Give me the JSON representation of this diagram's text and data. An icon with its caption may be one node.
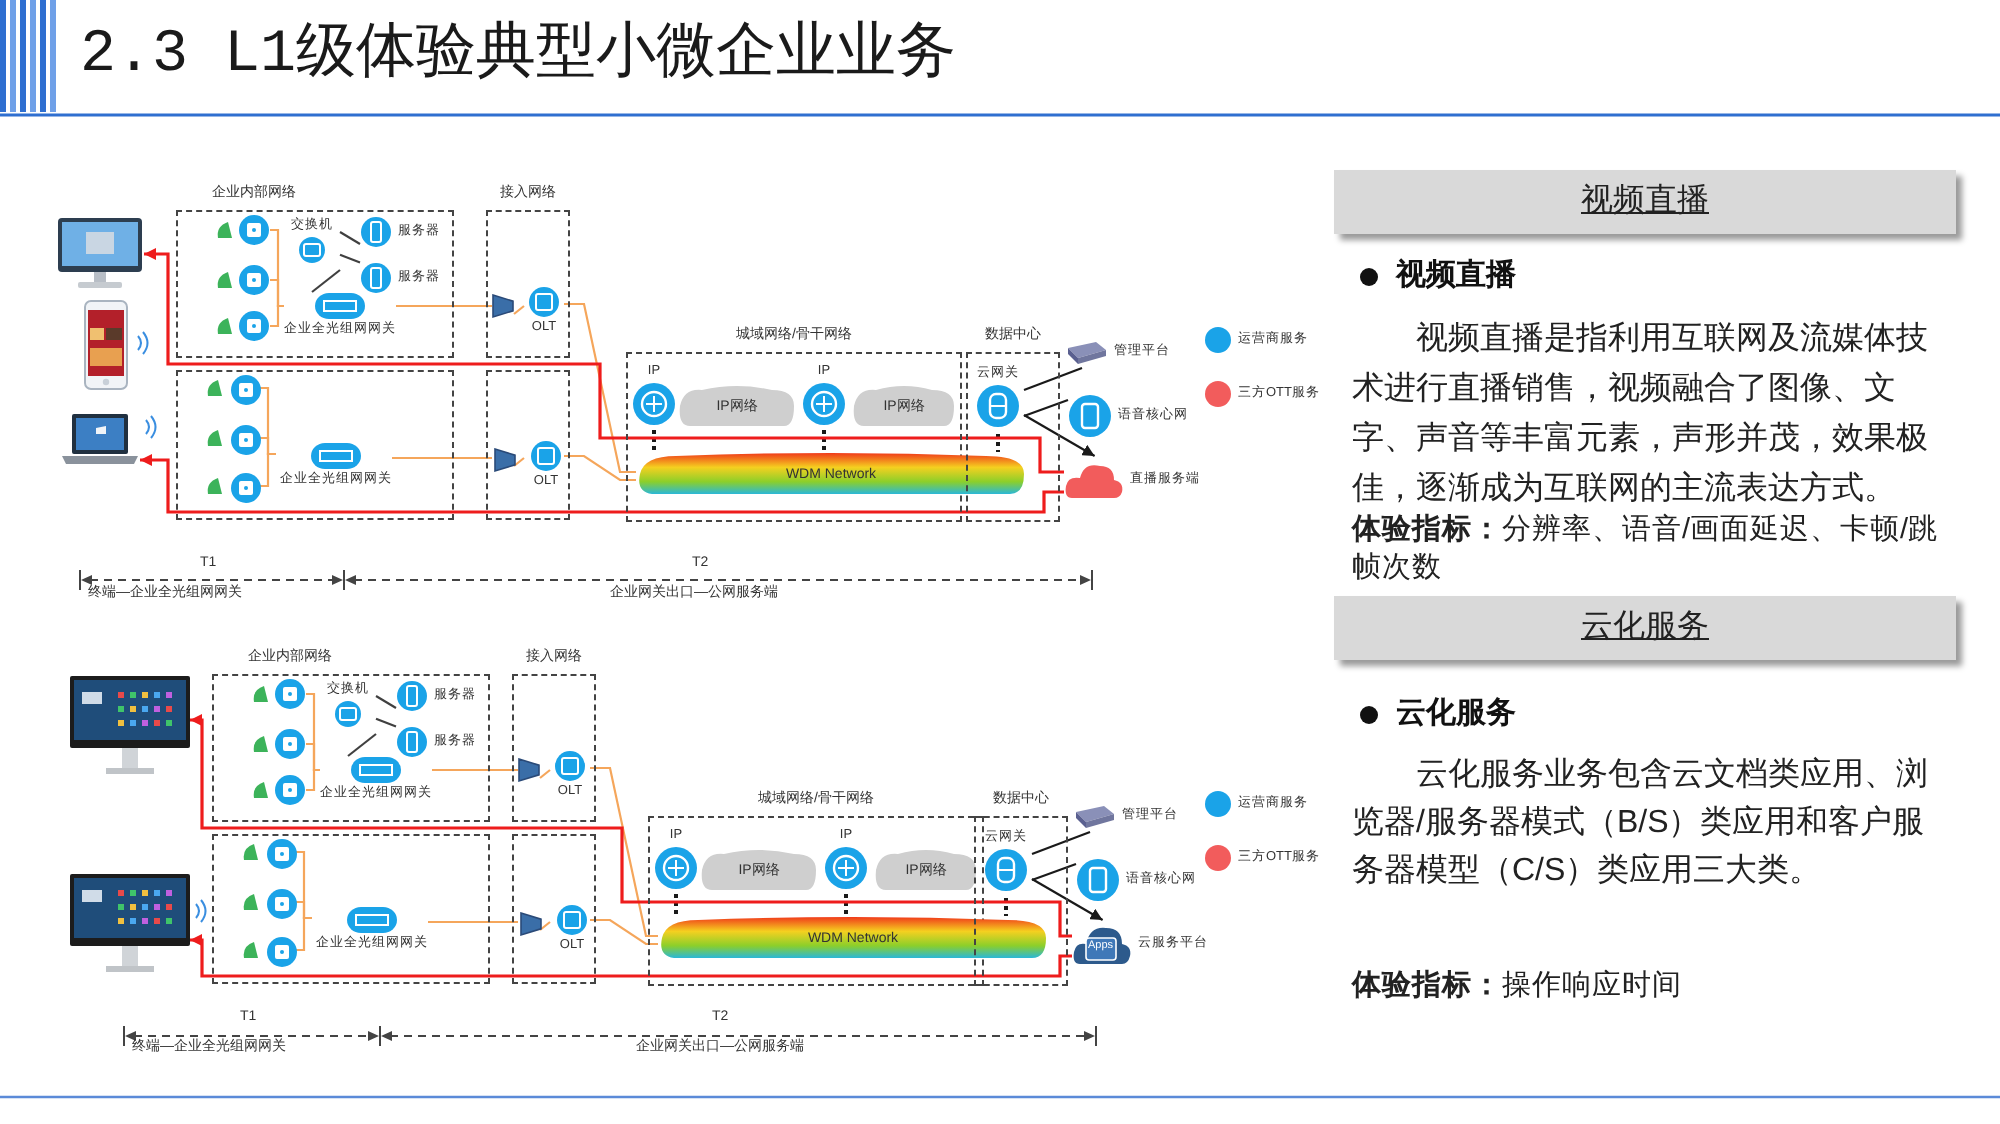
{
  "diagram": {
    "title": "2.3 L1级体验典型小微企业业务",
    "nodes": [
      {
        "text": [],
        "shape": "picture"
      },
      {
        "text": [],
        "shape": "picture"
      },
      {
        "text": [],
        "shape": "picture"
      },
      {
        "text": [
          "企业内部网络"
        ]
      },
      {
        "text": [],
        "shape": "circle",
        "in": 3
      },
      {
        "text": [],
        "shape": "circle",
        "in": 3
      },
      {
        "text": [],
        "shape": "circle",
        "in": 3
      },
      {
        "text": [
          "交换机"
        ],
        "in": 3
      },
      {
        "text": [
          "服务器"
        ],
        "in": 3
      },
      {
        "text": [
          "服务器"
        ],
        "in": 3
      },
      {
        "text": [
          "企业全光组网网关"
        ],
        "in": 3
      },
      {
        "text": [],
        "shape": "box"
      },
      {
        "text": [],
        "shape": "circle",
        "in": 11
      },
      {
        "text": [],
        "shape": "circle",
        "in": 11
      },
      {
        "text": [],
        "shape": "circle",
        "in": 11
      },
      {
        "text": [
          "企业全光组网网关"
        ],
        "in": 11
      },
      {
        "text": [
          "接入网络"
        ]
      },
      {
        "text": [],
        "shape": "trapezoid",
        "in": 16
      },
      {
        "text": [
          "OLT"
        ],
        "in": 16
      },
      {
        "text": [],
        "shape": "box"
      },
      {
        "text": [],
        "shape": "trapezoid",
        "in": 19
      },
      {
        "text": [
          "OLT"
        ],
        "in": 19
      },
      {
        "text": [
          "城域网络/骨干网络"
        ]
      },
      {
        "text": [
          "IP"
        ],
        "in": 22
      },
      {
        "text": [
          "IP网络"
        ],
        "in": 22
      },
      {
        "text": [
          "IP"
        ],
        "in": 22
      },
      {
        "text": [
          "IP网络"
        ],
        "in": 22
      },
      {
        "text": [
          "WDM Network"
        ]
      },
      {
        "text": [
          "数据中心"
        ]
      },
      {
        "text": [
          "云网关"
        ],
        "in": 28
      },
      {
        "text": [
          "管理平台"
        ]
      },
      {
        "text": [
          "语音核心网"
        ]
      },
      {
        "text": [
          "直播服务端"
        ]
      },
      {
        "text": [],
        "shape": "picture"
      },
      {
        "text": [],
        "shape": "picture"
      },
      {
        "text": [
          "企业内部网络"
        ]
      },
      {
        "text": [],
        "shape": "circle",
        "in": 35
      },
      {
        "text": [],
        "shape": "circle",
        "in": 35
      },
      {
        "text": [],
        "shape": "circle",
        "in": 35
      },
      {
        "text": [
          "交换机"
        ],
        "in": 35
      },
      {
        "text": [
          "服务器"
        ],
        "in": 35
      },
      {
        "text": [
          "服务器"
        ],
        "in": 35
      },
      {
        "text": [
          "企业全光组网网关"
        ],
        "in": 35
      },
      {
        "text": [],
        "shape": "box"
      },
      {
        "text": [],
        "shape": "circle",
        "in": 43
      },
      {
        "text": [],
        "shape": "circle",
        "in": 43
      },
      {
        "text": [],
        "shape": "circle",
        "in": 43
      },
      {
        "text": [
          "企业全光组网网关"
        ],
        "in": 43
      },
      {
        "text": [
          "接入网络"
        ]
      },
      {
        "text": [],
        "shape": "trapezoid",
        "in": 48
      },
      {
        "text": [
          "OLT"
        ],
        "in": 48
      },
      {
        "text": [],
        "shape": "box"
      },
      {
        "text": [],
        "shape": "trapezoid",
        "in": 51
      },
      {
        "text": [
          "OLT"
        ],
        "in": 51
      },
      {
        "text": [
          "城域网络/骨干网络"
        ]
      },
      {
        "text": [
          "IP"
        ],
        "in": 54
      },
      {
        "text": [
          "IP网络"
        ],
        "in": 54
      },
      {
        "text": [
          "IP"
        ],
        "in": 54
      },
      {
        "text": [
          "IP网络"
        ],
        "in": 54
      },
      {
        "text": [
          "WDM Network"
        ]
      },
      {
        "text": [
          "数据中心"
        ]
      },
      {
        "text": [
          "云网关"
        ],
        "in": 60
      },
      {
        "text": [
          "管理平台"
        ]
      },
      {
        "text": [
          "语音核心网"
        ]
      },
      {
        "text": [
          "Apps",
          "云服务平台"
        ]
      },
      {
        "text": [
          "视频直播"
        ]
      },
      {
        "text": [
          "云化服务"
        ]
      }
    ],
    "edges": [
      {
        "from": 4,
        "to": 10,
        "arrow": "none"
      },
      {
        "from": 5,
        "to": 10,
        "arrow": "none"
      },
      {
        "from": 6,
        "to": 10,
        "arrow": "none"
      },
      {
        "from": 12,
        "to": 15,
        "arrow": "none"
      },
      {
        "from": 13,
        "to": 15,
        "arrow": "none"
      },
      {
        "from": 14,
        "to": 15,
        "arrow": "none"
      },
      {
        "from": 10,
        "to": 17,
        "arrow": "none"
      },
      {
        "from": 17,
        "to": 18,
        "arrow": "none"
      },
      {
        "from": 15,
        "to": 20,
        "arrow": "none"
      },
      {
        "from": 20,
        "to": 21,
        "arrow": "none"
      },
      {
        "from": 18,
        "to": 27,
        "arrow": "none"
      },
      {
        "from": 21,
        "to": 27,
        "arrow": "none"
      },
      {
        "from": 7,
        "to": 8,
        "arrow": "none",
        "color": "#404040"
      },
      {
        "from": 7,
        "to": 9,
        "arrow": "none",
        "color": "#404040"
      },
      {
        "from": 7,
        "to": 10,
        "arrow": "none",
        "color": "#404040"
      },
      {
        "from": 23,
        "to": 27,
        "arrow": "none",
        "style": "dashed",
        "color": "#1a1a1a"
      },
      {
        "from": 25,
        "to": 27,
        "arrow": "none",
        "style": "dashed",
        "color": "#1a1a1a"
      },
      {
        "from": 29,
        "to": 27,
        "arrow": "none",
        "style": "dashed",
        "color": "#1a1a1a"
      },
      {
        "from": 29,
        "to": 30,
        "arrow": "none",
        "color": "#1a1a1a"
      },
      {
        "from": 29,
        "to": 31,
        "arrow": "none",
        "color": "#1a1a1a"
      },
      {
        "from": 29,
        "to": 32,
        "arrow": "to",
        "color": "#1a1a1a"
      },
      {
        "from": 32,
        "to": 0,
        "arrow": "to",
        "color": "#ee1c1c"
      },
      {
        "from": 32,
        "to": 2,
        "arrow": "to",
        "color": "#ee1c1c"
      },
      {
        "from": 36,
        "to": 42,
        "arrow": "none"
      },
      {
        "from": 37,
        "to": 42,
        "arrow": "none"
      },
      {
        "from": 38,
        "to": 42,
        "arrow": "none"
      },
      {
        "from": 44,
        "to": 47,
        "arrow": "none"
      },
      {
        "from": 45,
        "to": 47,
        "arrow": "none"
      },
      {
        "from": 46,
        "to": 47,
        "arrow": "none"
      },
      {
        "from": 42,
        "to": 49,
        "arrow": "none"
      },
      {
        "from": 49,
        "to": 50,
        "arrow": "none"
      },
      {
        "from": 47,
        "to": 52,
        "arrow": "none"
      },
      {
        "from": 52,
        "to": 53,
        "arrow": "none"
      },
      {
        "from": 50,
        "to": 59,
        "arrow": "none"
      },
      {
        "from": 53,
        "to": 59,
        "arrow": "none"
      },
      {
        "from": 39,
        "to": 40,
        "arrow": "none",
        "color": "#404040"
      },
      {
        "from": 39,
        "to": 41,
        "arrow": "none",
        "color": "#404040"
      },
      {
        "from": 39,
        "to": 42,
        "arrow": "none",
        "color": "#404040"
      },
      {
        "from": 55,
        "to": 59,
        "arrow": "none",
        "style": "dashed",
        "color": "#1a1a1a"
      },
      {
        "from": 57,
        "to": 59,
        "arrow": "none",
        "style": "dashed",
        "color": "#1a1a1a"
      },
      {
        "from": 61,
        "to": 59,
        "arrow": "none",
        "style": "dashed",
        "color": "#1a1a1a"
      },
      {
        "from": 61,
        "to": 62,
        "arrow": "none",
        "color": "#1a1a1a"
      },
      {
        "from": 61,
        "to": 63,
        "arrow": "none",
        "color": "#1a1a1a"
      },
      {
        "from": 61,
        "to": 64,
        "arrow": "to",
        "color": "#1a1a1a"
      },
      {
        "from": 64,
        "to": 33,
        "arrow": "to",
        "color": "#ee1c1c"
      },
      {
        "from": 64,
        "to": 34,
        "arrow": "to",
        "color": "#ee1c1c"
      }
    ],
    "labels": [
      "T1",
      "T2",
      "终端—企业全光组网网关",
      "企业网关出口—公网服务端",
      "T1",
      "T2",
      "终端—企业全光组网网关",
      "企业网关出口—公网服务端",
      "视频直播",
      "视频直播是指利用互联网及流媒体技术进行直播销售，视频融合了图像、文字、声音等丰富元素，声形并茂，效果极佳，逐渐成为互联网的主流表达方式。",
      "**体验指标：**分辨率、语音/画面延迟、卡顿/跳帧次数",
      "云化服务",
      "云化服务业务包含云文档类应用、浏览器/服务器模式（B/S）类应用和客户服务器模型（C/S）类应用三大类。",
      "**体验指标：**操作响应时间"
    ],
    "legend": [
      {
        "text": "运营商服务",
        "color": "#1aa3e8"
      },
      {
        "text": "三方OTT服务",
        "color": "#f25c5c"
      },
      {
        "text": "运营商服务",
        "color": "#1aa3e8"
      },
      {
        "text": "三方OTT服务",
        "color": "#f25c5c"
      }
    ]
  }
}
